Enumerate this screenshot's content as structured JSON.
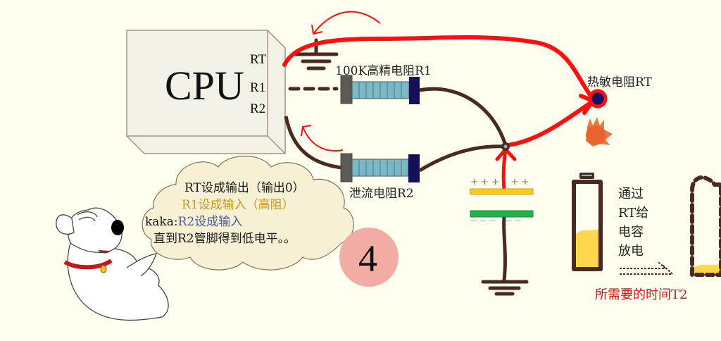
{
  "cpu": {
    "label": "CPU",
    "pins": [
      "RT",
      "R1",
      "R2"
    ]
  },
  "resistors": {
    "r1_label": "100K高精电阻R1",
    "r2_label": "泄流电阻R2",
    "thermistor_label": "热敏电阻RT"
  },
  "capacitor": {
    "plus_marks": "+ + +    + +",
    "minus_marks": "— — —    — —"
  },
  "cloud": {
    "lines": [
      {
        "prefix": "",
        "text": "RT设成输出（输出0）",
        "color": "#1a1a1a"
      },
      {
        "prefix": "",
        "text": "R1设成输入（高阻）",
        "color": "#c99a1a"
      },
      {
        "prefix": "kaka:",
        "text": "R2设成输入",
        "color": "#4a5a9a"
      },
      {
        "prefix": "",
        "text": "直到R2管脚得到低电平。。",
        "color": "#1a1a1a"
      }
    ]
  },
  "step_badge": "4",
  "discharge": {
    "lines": [
      "通过",
      "RT给",
      "电容",
      "放电"
    ],
    "caption": "所需要的时间T2",
    "battery_full_level": 0.45,
    "battery_empty_level": 0.1
  },
  "colors": {
    "background": "#fffff0",
    "wire_red": "#ff1010",
    "wire_brown": "#4a2a1e",
    "cap_plus": "#ffc91e",
    "cap_minus": "#22b24c",
    "badge": "#f3aca4",
    "cloud_fill": "#f6f0d4"
  }
}
